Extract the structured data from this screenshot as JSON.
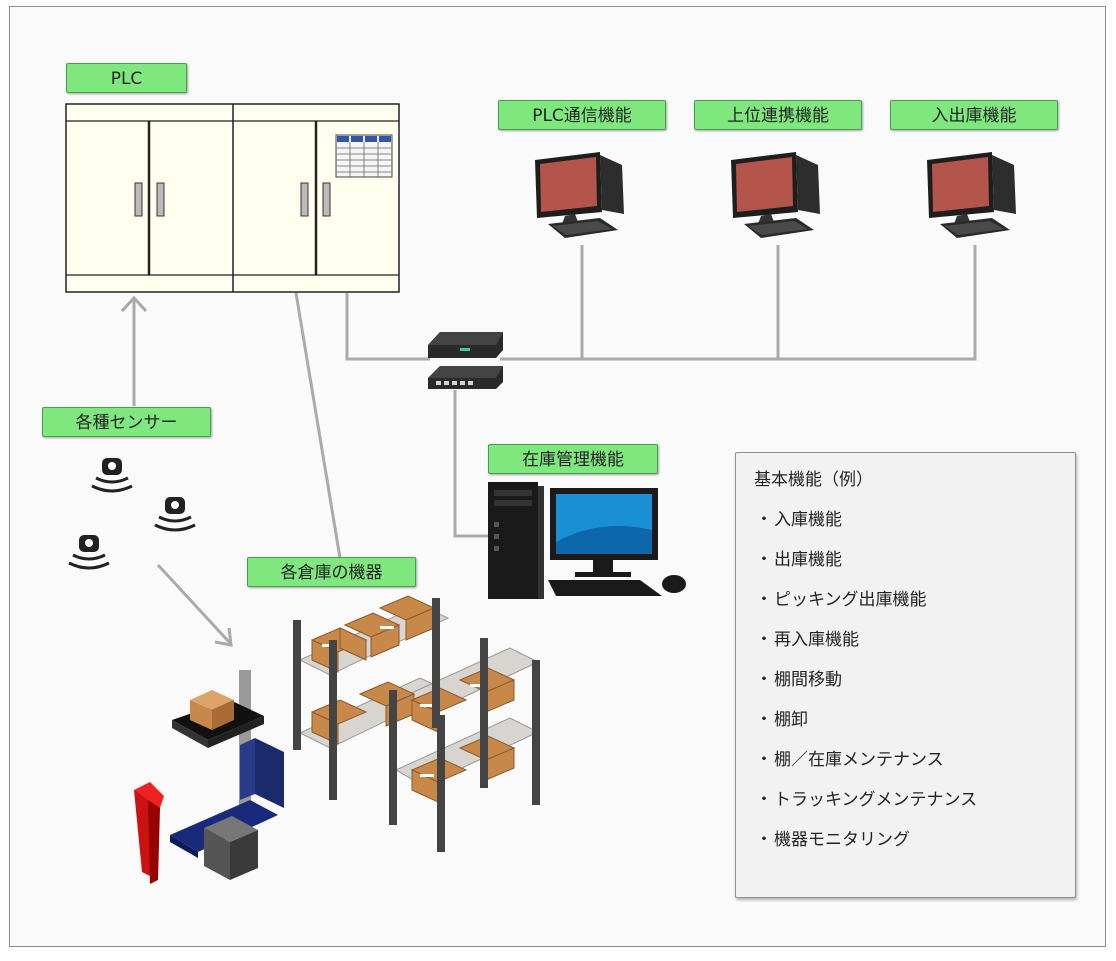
{
  "labels": {
    "plc": "PLC",
    "plc_comm": "PLC通信機能",
    "host_link": "上位連携機能",
    "inout": "入出庫機能",
    "sensors": "各種センサー",
    "inventory": "在庫管理機能",
    "warehouse": "各倉庫の機器"
  },
  "functions": {
    "title": "基本機能（例）",
    "bullet": "・",
    "items": [
      "入庫機能",
      "出庫機能",
      "ピッキング出庫機能",
      "再入庫機能",
      "棚間移動",
      "棚卸",
      "棚／在庫メンテナンス",
      "トラッキングメンテナンス",
      "機器モニタリング"
    ]
  },
  "colors": {
    "tag_fill": "#7ee87e",
    "connector_line": "#aaaaaa",
    "cabinet_fill": "#fffff0",
    "box_fill": "#f2f2f2"
  }
}
